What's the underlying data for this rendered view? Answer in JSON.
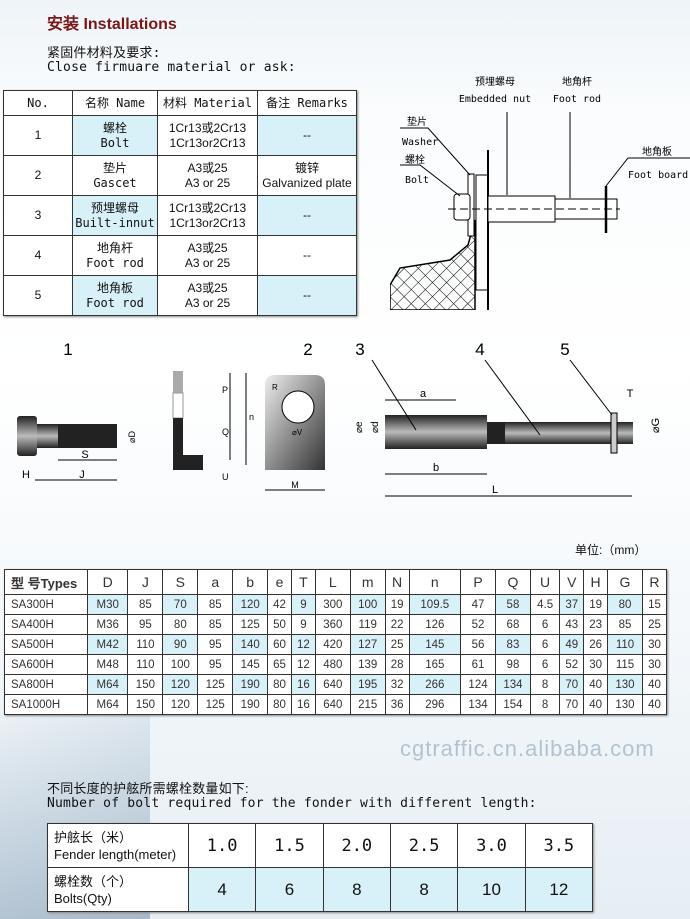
{
  "title": "安装 Installations",
  "intro": {
    "cn": "紧固件材料及要求:",
    "en": "Close firmuare material or ask:"
  },
  "materials": {
    "headers": [
      "No.",
      "名称 Name",
      "材料 Material",
      "备注 Remarks"
    ],
    "rows": [
      {
        "no": "1",
        "name_cn": "螺栓",
        "name_en": "Bolt",
        "mat_cn": "1Cr13或2Cr13",
        "mat_en": "1Cr13or2Cr13",
        "rem_cn": "--",
        "rem_en": ""
      },
      {
        "no": "2",
        "name_cn": "垫片",
        "name_en": "Gascet",
        "mat_cn": "A3或25",
        "mat_en": "A3 or 25",
        "rem_cn": "镀锌",
        "rem_en": "Galvanized plate"
      },
      {
        "no": "3",
        "name_cn": "预埋螺母",
        "name_en": "Built-innut",
        "mat_cn": "1Cr13或2Cr13",
        "mat_en": "1Cr13or2Cr13",
        "rem_cn": "--",
        "rem_en": ""
      },
      {
        "no": "4",
        "name_cn": "地角杆",
        "name_en": "Foot rod",
        "mat_cn": "A3或25",
        "mat_en": "A3 or 25",
        "rem_cn": "--",
        "rem_en": ""
      },
      {
        "no": "5",
        "name_cn": "地角板",
        "name_en": "Foot rod",
        "mat_cn": "A3或25",
        "mat_en": "A3 or 25",
        "rem_cn": "--",
        "rem_en": ""
      }
    ]
  },
  "install_diagram": {
    "embedded_cn": "预埋螺母",
    "embedded_en": "Embedded nut",
    "rod_cn": "地角杆",
    "rod_en": "Foot rod",
    "washer_cn": "垫片",
    "washer_en": "Washer",
    "bolt_cn": "螺栓",
    "bolt_en": "Bolt",
    "board_cn": "地角板",
    "board_en": "Foot board"
  },
  "parts": {
    "n1": "1",
    "n2": "2",
    "n3": "3",
    "n4": "4",
    "n5": "5",
    "H": "H",
    "J": "J",
    "S": "S",
    "D": "⌀D",
    "P": "P",
    "Q": "Q",
    "n": "n",
    "U": "U",
    "M": "M",
    "R": "R",
    "V": "⌀V",
    "a": "a",
    "b": "b",
    "L": "L",
    "T": "T",
    "e": "⌀e",
    "d": "⌀d",
    "G": "⌀G"
  },
  "unit": "单位:（mm）",
  "dimensions": {
    "headers": [
      "型 号Types",
      "D",
      "J",
      "S",
      "a",
      "b",
      "e",
      "T",
      "L",
      "m",
      "N",
      "n",
      "P",
      "Q",
      "U",
      "V",
      "H",
      "G",
      "R"
    ],
    "rows": [
      [
        "SA300H",
        "M30",
        "85",
        "70",
        "85",
        "120",
        "42",
        "9",
        "300",
        "100",
        "19",
        "109.5",
        "47",
        "58",
        "4.5",
        "37",
        "19",
        "80",
        "15"
      ],
      [
        "SA400H",
        "M36",
        "95",
        "80",
        "85",
        "125",
        "50",
        "9",
        "360",
        "119",
        "22",
        "126",
        "52",
        "68",
        "6",
        "43",
        "23",
        "85",
        "25"
      ],
      [
        "SA500H",
        "M42",
        "110",
        "90",
        "95",
        "140",
        "60",
        "12",
        "420",
        "127",
        "25",
        "145",
        "56",
        "83",
        "6",
        "49",
        "26",
        "110",
        "30"
      ],
      [
        "SA600H",
        "M48",
        "110",
        "100",
        "95",
        "145",
        "65",
        "12",
        "480",
        "139",
        "28",
        "165",
        "61",
        "98",
        "6",
        "52",
        "30",
        "115",
        "30"
      ],
      [
        "SA800H",
        "M64",
        "150",
        "120",
        "125",
        "190",
        "80",
        "16",
        "640",
        "195",
        "32",
        "266",
        "124",
        "134",
        "8",
        "70",
        "40",
        "130",
        "40"
      ],
      [
        "SA1000H",
        "M64",
        "150",
        "120",
        "125",
        "190",
        "80",
        "16",
        "640",
        "215",
        "36",
        "296",
        "134",
        "154",
        "8",
        "70",
        "40",
        "130",
        "40"
      ]
    ]
  },
  "bolts": {
    "cn": "不同长度的护舷所需螺栓数量如下:",
    "en": "Number of bolt required for the fonder with different length:",
    "length_label_cn": "护舷长（米）",
    "length_label_en": "Fender length(meter)",
    "qty_label_cn": "螺栓数（个）",
    "qty_label_en": "Bolts(Qty)",
    "lengths": [
      "1.0",
      "1.5",
      "2.0",
      "2.5",
      "3.0",
      "3.5"
    ],
    "qty": [
      "4",
      "6",
      "8",
      "8",
      "10",
      "12"
    ]
  },
  "watermark": "cgtraffic.cn.alibaba.com",
  "colors": {
    "title": "#7a1616",
    "highlight": "#d8f0f8"
  }
}
